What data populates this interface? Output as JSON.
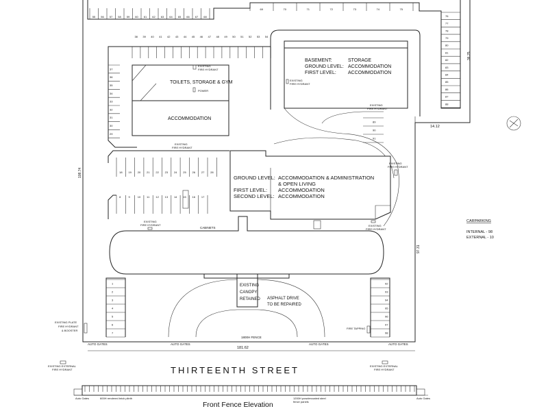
{
  "site": {
    "street_name": "THIRTEENTH STREET",
    "fence_elevation_title": "Front Fence Elevation"
  },
  "buildings": {
    "north_block": {
      "basement_label": "BASEMENT:",
      "basement_use": "STORAGE",
      "ground_label": "GROUND LEVEL:",
      "ground_use": "ACCOMMODATION",
      "first_label": "FIRST LEVEL:",
      "first_use": "ACCOMMODATION"
    },
    "west_block": {
      "upper_label": "TOILETS, STORAGE & GYM",
      "lower_label": "ACCOMMODATION",
      "power_label": "POWER"
    },
    "central_block": {
      "ground_label": "GROUND LEVEL:",
      "ground_use": "ACCOMMODATION & ADMINISTRATION",
      "ground_use_2": "& OPEN LIVING",
      "first_label": "FIRST LEVEL:",
      "first_use": "ACCOMMODATION",
      "second_label": "SECOND LEVEL:",
      "second_use": "ACCOMMODATION"
    },
    "canopy": [
      "EXISTING",
      "CANOPY",
      "RETAINED"
    ],
    "cabinets_label": "CABINETS"
  },
  "annotations": {
    "asphalt_drive": [
      "ASPHALT DRIVE",
      "TO BE REPAIRED"
    ],
    "hydrant_lines": [
      "EXISTING",
      "FIRE HYDRANT"
    ],
    "west_boundary_plate": [
      "EXISTING PLATE",
      "FIRE HYDRANT",
      "& BOOSTER"
    ],
    "external_hydrant": [
      "EXISTING EXTERNAL",
      "FIRE HYDRANT"
    ],
    "fire_tapping": "FIRE TAPPING",
    "auto_gates": "AUTO GATES",
    "fence_label": "1800H FENCE",
    "dim_front": "181.62",
    "dim_west": "108.74",
    "dim_east": "97.31",
    "dim_ne": "36.25",
    "dim_corner": "14.12"
  },
  "carparking": {
    "title": "CARPARKING",
    "internal": "INTERNAL - 98",
    "external": "EXTERNAL - 10"
  },
  "fence_elevation": {
    "auto_gates": "Auto Gates",
    "brick_label": [
      "600H rendered brick plinth"
    ],
    "steel_label": [
      "1200H powdercoated steel",
      "fence panels"
    ]
  },
  "parking_numbers": {
    "top_row": [
      "55",
      "56",
      "57",
      "58",
      "59",
      "60",
      "61",
      "62",
      "63",
      "64",
      "65",
      "66",
      "67",
      "68"
    ],
    "ne_row": [
      "69",
      "70",
      "71",
      "72",
      "73",
      "74",
      "75"
    ],
    "east_col": [
      "76",
      "77",
      "78",
      "79",
      "80",
      "81",
      "82",
      "83",
      "84",
      "85",
      "86",
      "87",
      "88"
    ],
    "inner_row": [
      "38",
      "39",
      "40",
      "41",
      "42",
      "43",
      "44",
      "45",
      "46",
      "47",
      "48",
      "49",
      "50",
      "51",
      "52",
      "53",
      "54"
    ],
    "west_col": [
      "37",
      "36",
      "35",
      "34",
      "33",
      "32",
      "31",
      "30",
      "29"
    ],
    "mid_upper": [
      "18",
      "19",
      "20",
      "21",
      "22",
      "23",
      "24",
      "25",
      "26",
      "27",
      "28"
    ],
    "mid_lower": [
      "8",
      "9",
      "10",
      "11",
      "12",
      "13",
      "14",
      "15",
      "16",
      "17"
    ],
    "courtyard": [
      "89",
      "90",
      "91"
    ],
    "sw_col": [
      "1",
      "2",
      "3",
      "4",
      "5",
      "6",
      "7"
    ],
    "se_col": [
      "92",
      "93",
      "94",
      "95",
      "96",
      "97",
      "98"
    ]
  }
}
